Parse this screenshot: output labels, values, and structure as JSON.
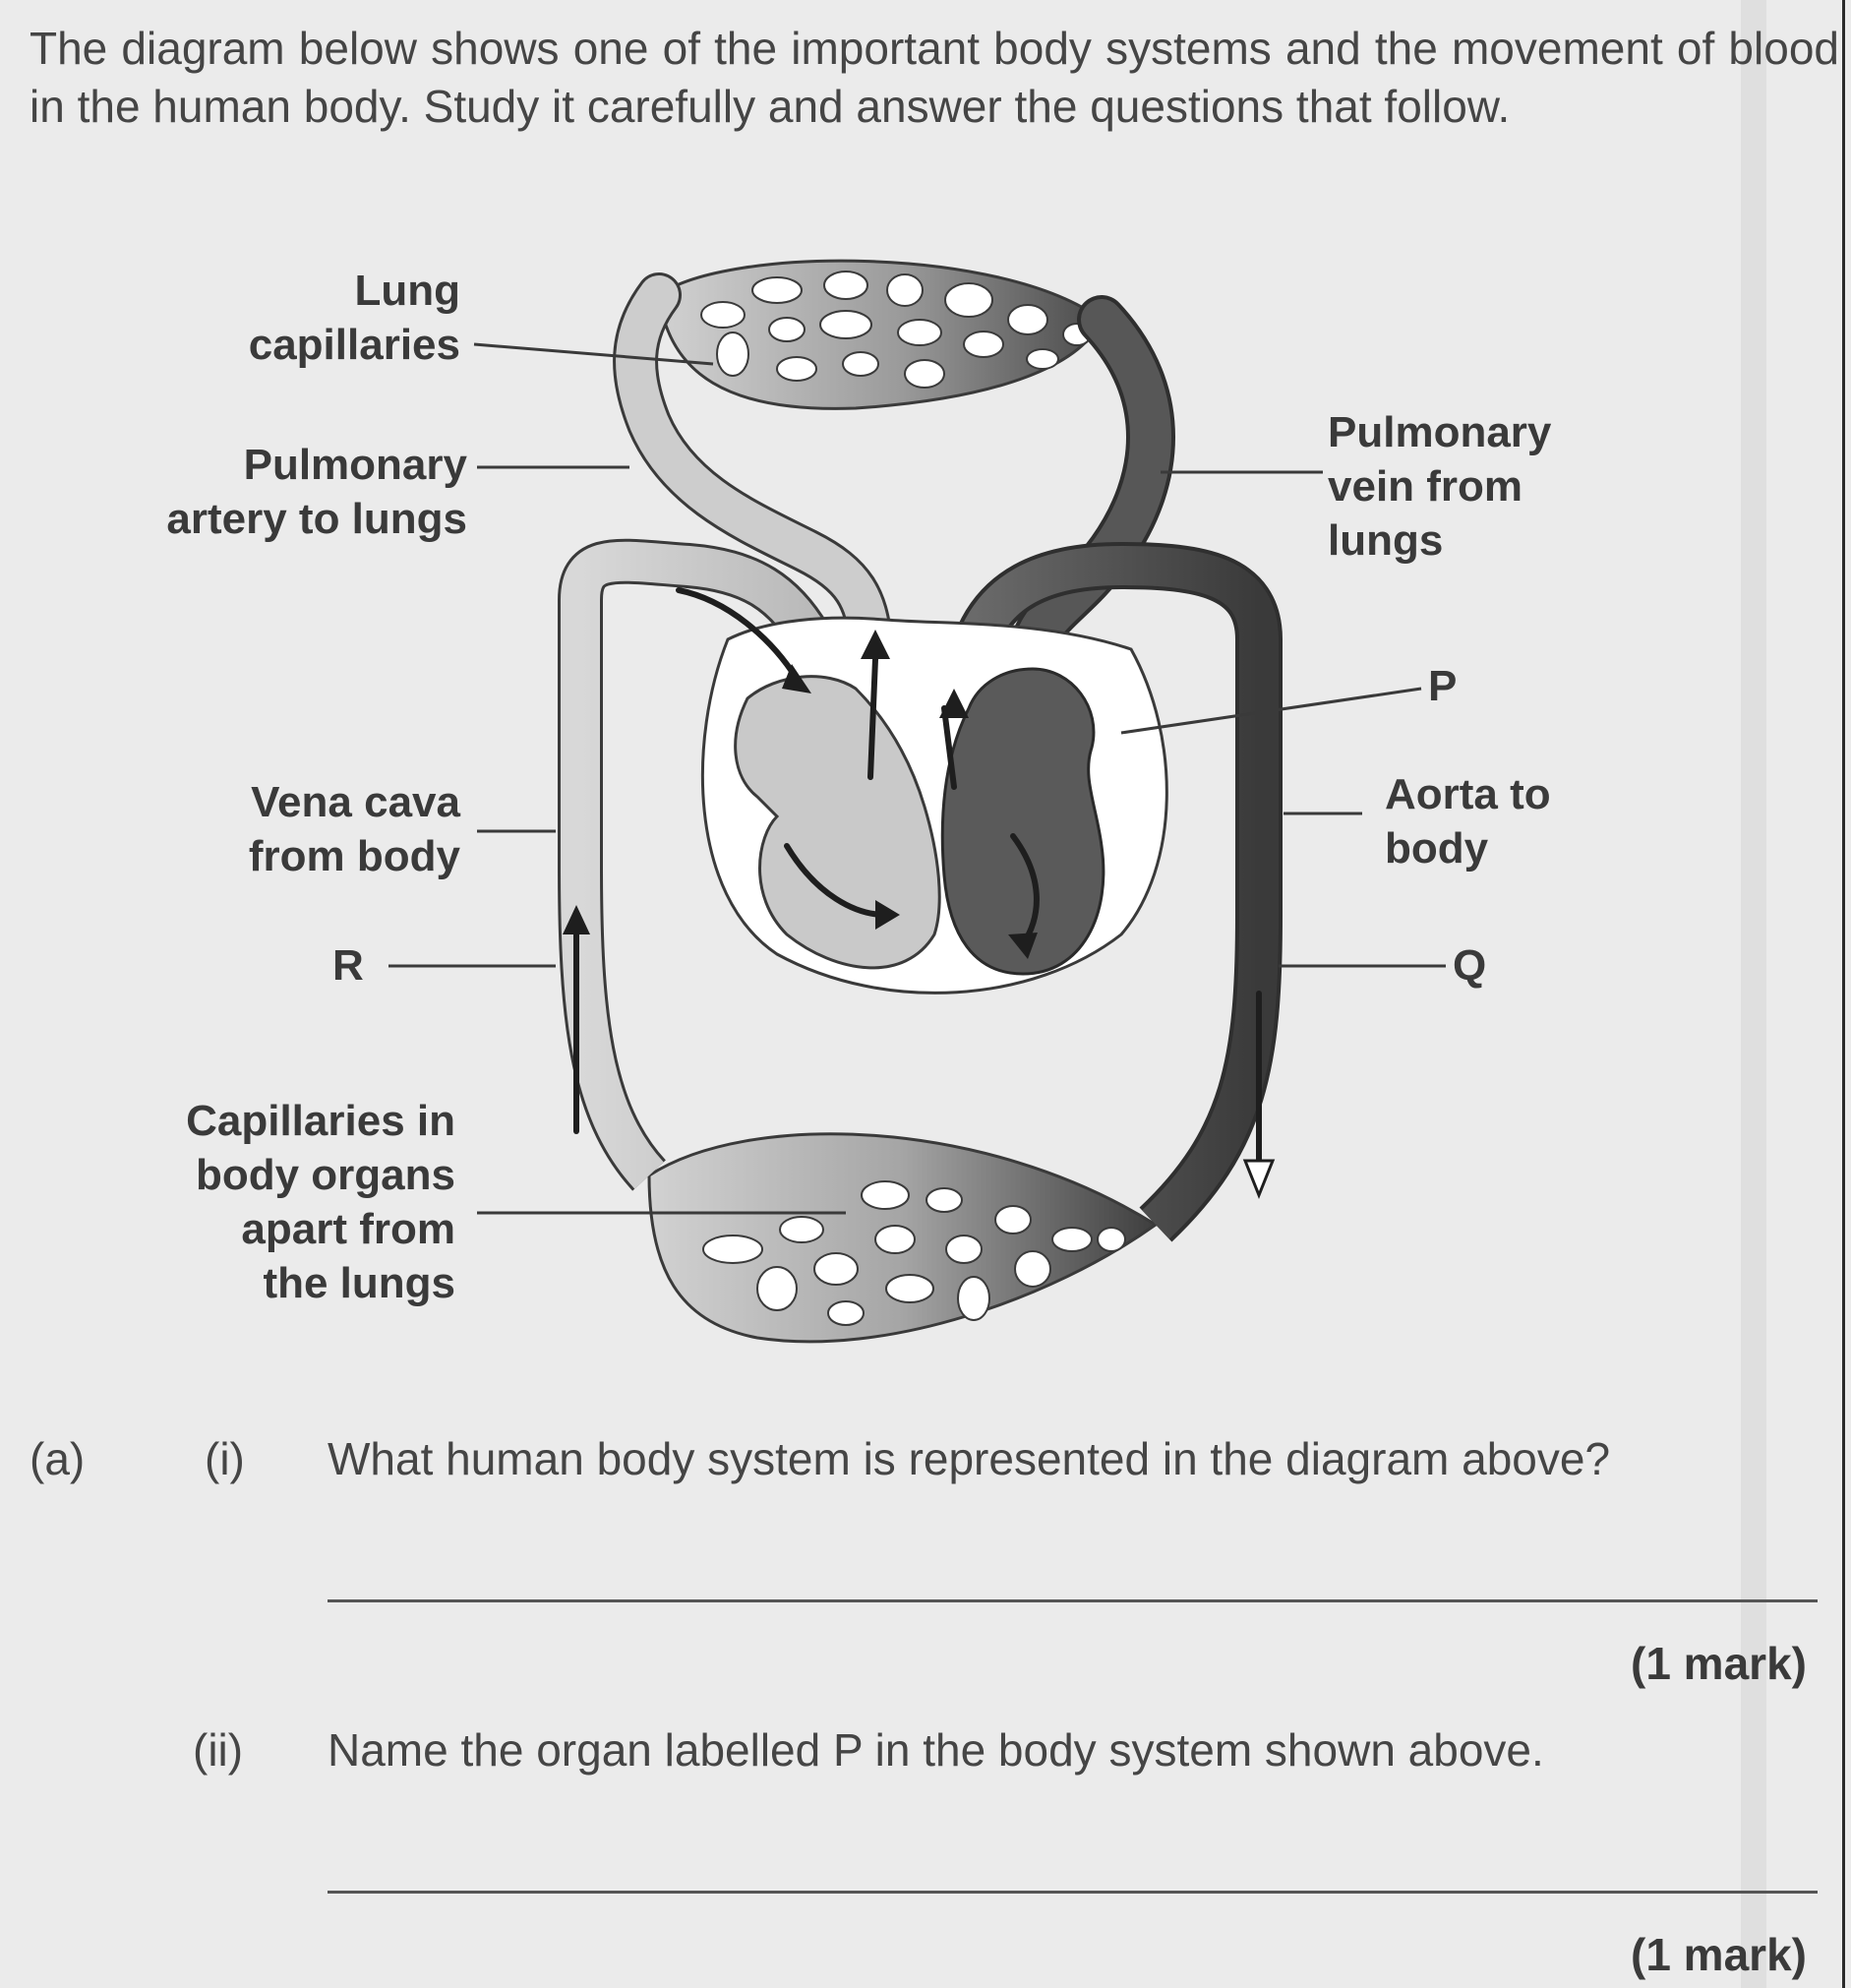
{
  "intro": "The diagram below shows one of the important body systems and the movement of blood in the human body.  Study it carefully and answer the questions that follow.",
  "labels": {
    "lung_capillaries": [
      "Lung",
      "capillaries"
    ],
    "pulmonary_artery": [
      "Pulmonary",
      "artery to lungs"
    ],
    "vena_cava": [
      "Vena cava",
      "from body"
    ],
    "r": "R",
    "body_capillaries": [
      "Capillaries in",
      "body organs",
      "apart from",
      "the lungs"
    ],
    "pulmonary_vein": [
      "Pulmonary",
      "vein from",
      "lungs"
    ],
    "p": "P",
    "aorta": [
      "Aorta to",
      "body"
    ],
    "q": "Q"
  },
  "questions": {
    "part": "(a)",
    "i": {
      "num": "(i)",
      "text": "What human body system is represented in the diagram above?",
      "mark": "(1 mark)"
    },
    "ii": {
      "num": "(ii)",
      "text": "Name the organ labelled P in the body system shown above.",
      "mark": "(1 mark)"
    }
  },
  "colors": {
    "oxygenated_light": "#c8c8c8",
    "deoxygenated_dark": "#555555",
    "ink": "#3a3a3a"
  }
}
